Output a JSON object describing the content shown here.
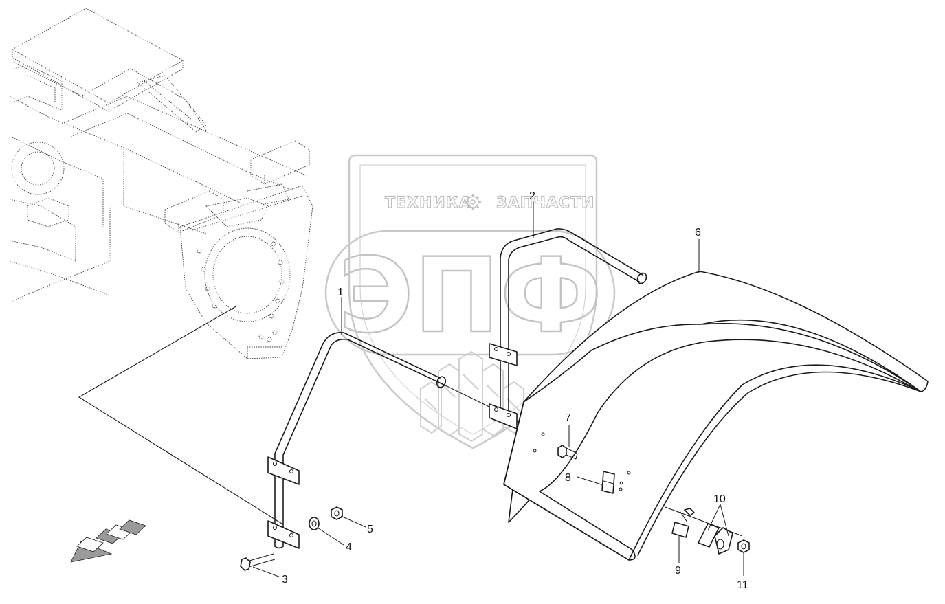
{
  "watermark": {
    "top_text_left": "ТЕХНИКА",
    "top_text_right": "ЗАПЧАСТИ",
    "big_text": "ЭПФ",
    "color": "#bdbdbd"
  },
  "callouts": [
    {
      "label": "1"
    },
    {
      "label": "2"
    },
    {
      "label": "3"
    },
    {
      "label": "4"
    },
    {
      "label": "5"
    },
    {
      "label": "6"
    },
    {
      "label": "7"
    },
    {
      "label": "8"
    },
    {
      "label": "9"
    },
    {
      "label": "10"
    },
    {
      "label": "11"
    }
  ],
  "icons": {
    "direction": "arrow-left-down-icon",
    "gear": "gear-icon"
  },
  "colors": {
    "line": "#1a1a1a",
    "background": "#ffffff"
  }
}
